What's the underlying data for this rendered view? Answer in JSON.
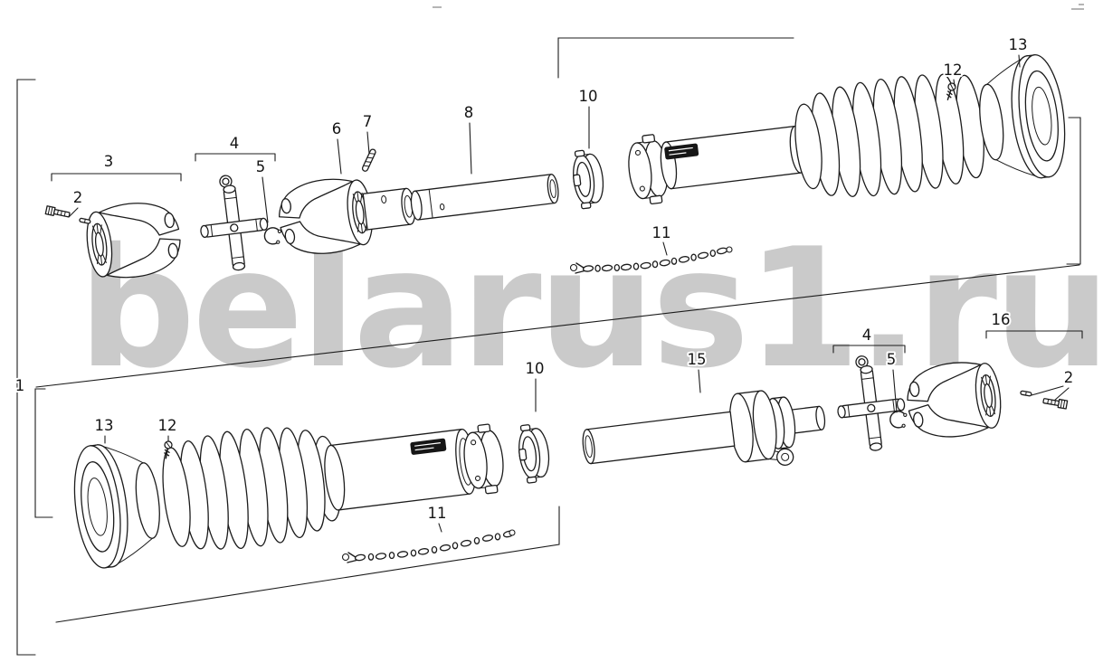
{
  "watermark": {
    "text": "belarus1.ru",
    "color": "#c6c6c6"
  },
  "drawing": {
    "line_color": "#1c1c1c",
    "background": "#ffffff",
    "subject": "PTO drive shaft exploded parts diagram"
  },
  "labels": [
    {
      "text": "1"
    },
    {
      "text": "2"
    },
    {
      "text": "3"
    },
    {
      "text": "4"
    },
    {
      "text": "5"
    },
    {
      "text": "6"
    },
    {
      "text": "7"
    },
    {
      "text": "8"
    },
    {
      "text": "10"
    },
    {
      "text": "11"
    },
    {
      "text": "12"
    },
    {
      "text": "13"
    },
    {
      "text": "13"
    },
    {
      "text": "12"
    },
    {
      "text": "10"
    },
    {
      "text": "11"
    },
    {
      "text": "15"
    },
    {
      "text": "4"
    },
    {
      "text": "5"
    },
    {
      "text": "16"
    },
    {
      "text": "2"
    }
  ]
}
